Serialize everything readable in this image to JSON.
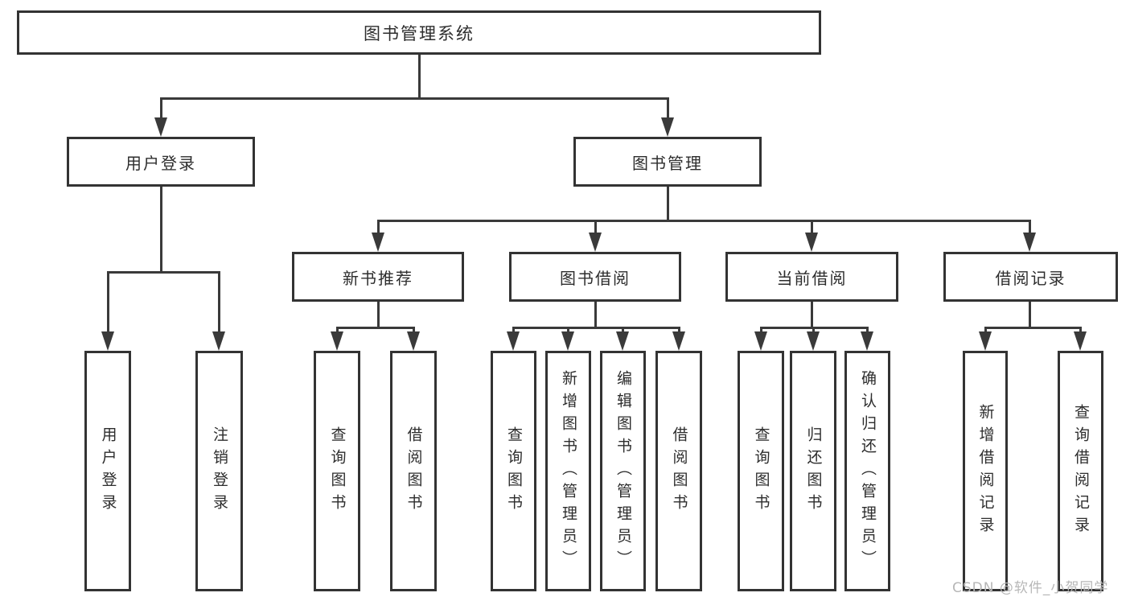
{
  "nodes": {
    "root": "图书管理系统",
    "user_login": "用户登录",
    "book_mgmt": "图书管理",
    "new_book": "新书推荐",
    "book_borrow": "图书借阅",
    "current_borrow": "当前借阅",
    "borrow_records": "借阅记录",
    "leaves": {
      "user_login": "用户登录",
      "logout": "注销登录",
      "nb_query": "查询图书",
      "nb_borrow": "借阅图书",
      "bb_query": "查询图书",
      "bb_add": "新增图书（管理员）",
      "bb_edit": "编辑图书（管理员）",
      "bb_borrow": "借阅图书",
      "cb_query": "查询图书",
      "cb_return": "归还图书",
      "cb_confirm": "确认归还（管理员）",
      "br_add": "新增借阅记录",
      "br_query": "查询借阅记录"
    }
  },
  "watermark": "CSDN @软件_小贺同学",
  "colors": {
    "line": "#3a3a3a",
    "border": "#333333",
    "text": "#2d2d2d",
    "watermark": "#b7b7b7",
    "background": "#ffffff"
  }
}
